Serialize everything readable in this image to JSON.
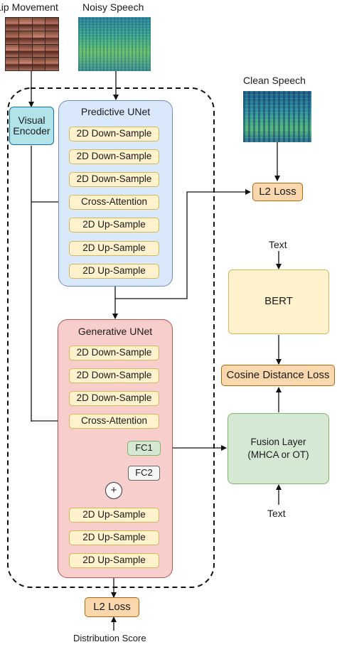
{
  "inputs": {
    "lip_movement": "Lip Movement",
    "noisy_speech": "Noisy Speech",
    "clean_speech": "Clean Speech"
  },
  "visual_encoder": {
    "label": "Visual Encoder"
  },
  "predictive_unet": {
    "title": "Predictive UNet",
    "blocks": [
      "2D Down-Sample",
      "2D Down-Sample",
      "2D Down-Sample",
      "Cross-Attention",
      "2D Up-Sample",
      "2D Up-Sample",
      "2D Up-Sample"
    ]
  },
  "generative_unet": {
    "title": "Generative UNet",
    "blocks": [
      "2D Down-Sample",
      "2D Down-Sample",
      "2D Down-Sample",
      "Cross-Attention",
      "2D Up-Sample",
      "2D Up-Sample",
      "2D Up-Sample"
    ],
    "fc1": "FC1",
    "fc2": "FC2",
    "sum_symbol": "+"
  },
  "losses": {
    "l2_top": "L2 Loss",
    "l2_bottom": "L2 Loss",
    "cosine": "Cosine Distance Loss"
  },
  "bert": {
    "label": "BERT",
    "text_input": "Text"
  },
  "fusion": {
    "line1": "Fusion Layer",
    "line2": "(MHCA or OT)",
    "text_input": "Text"
  },
  "distribution_score": "Distribution Score",
  "colors": {
    "visual_encoder_fill": "#b1e3e8",
    "predictive_fill": "#dae8fc",
    "generative_fill": "#f8cecc",
    "block_fill": "#fff2cc",
    "loss_fill": "#fad7ac",
    "bert_fill": "#fff2cc",
    "fusion_fill": "#d5e8d4"
  }
}
